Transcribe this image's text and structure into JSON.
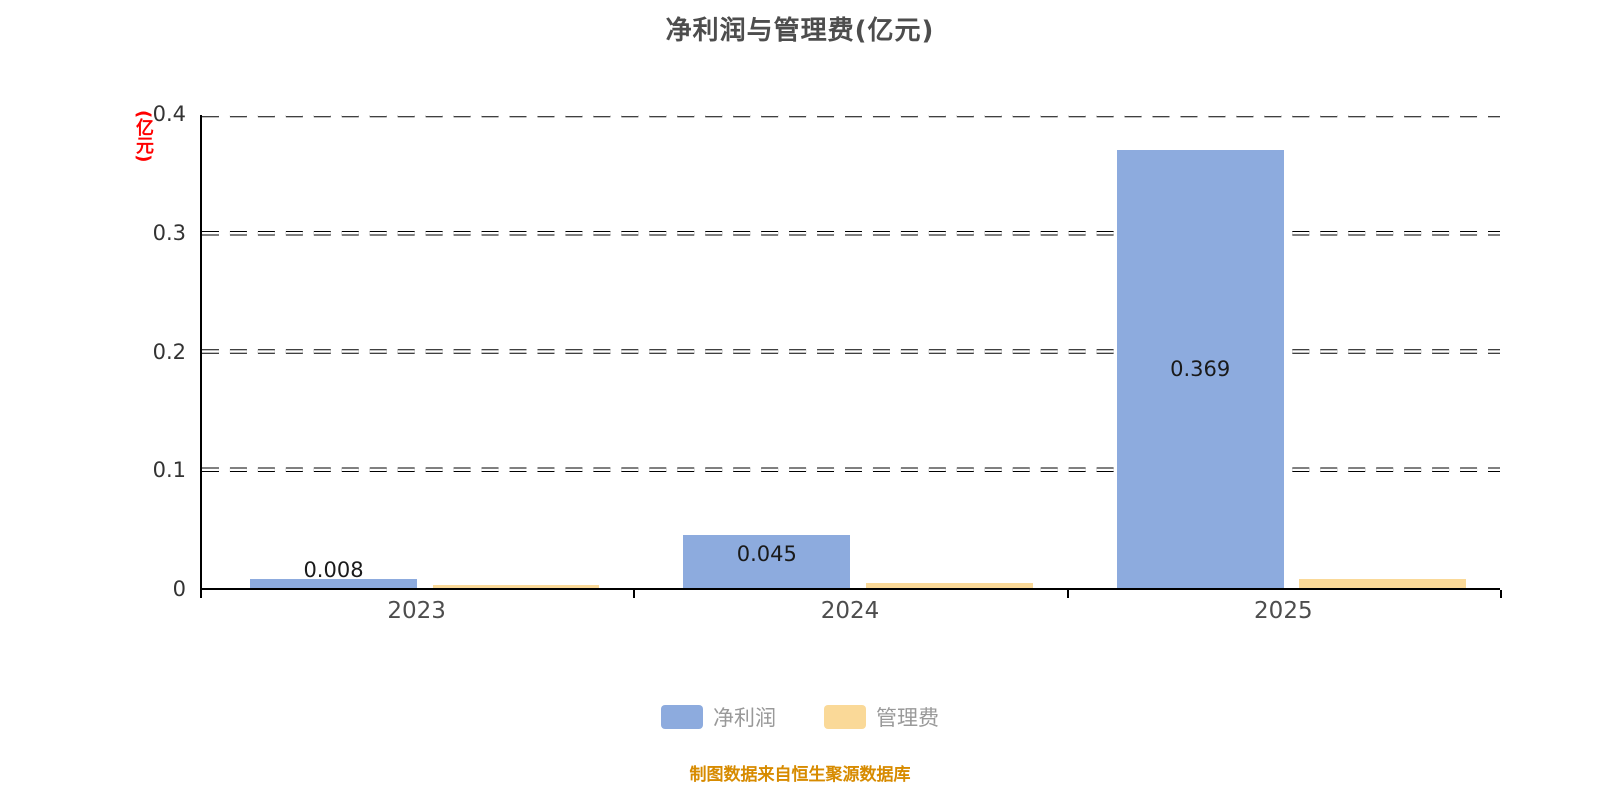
{
  "title": "净利润与管理费(亿元)",
  "y_axis_unit": "(亿元)",
  "source_note": "制图数据来自恒生聚源数据库",
  "colors": {
    "net_profit": "#8DABDE",
    "management_fee": "#FAD998",
    "unit_label": "#ff0000",
    "source_note": "#D78B00",
    "legend_text": "#999999"
  },
  "legend": [
    {
      "label": "净利润"
    },
    {
      "label": "管理费"
    }
  ],
  "chart_data": {
    "type": "bar",
    "title": "净利润与管理费(亿元)",
    "categories": [
      "2023",
      "2024",
      "2025"
    ],
    "series": [
      {
        "name": "净利润",
        "key": "net-profit",
        "color": "#8DABDE",
        "values": [
          0.008,
          0.045,
          0.369
        ],
        "labels": [
          "0.008",
          "0.045",
          "0.369"
        ]
      },
      {
        "name": "管理费",
        "key": "management-fee",
        "color": "#FAD998",
        "values": [
          0.0025,
          0.004,
          0.008
        ],
        "labels": [
          "",
          "",
          ""
        ]
      }
    ],
    "ylabel": "(亿元)",
    "ylim": [
      0,
      0.4
    ],
    "yticks": [
      "0",
      "0.1",
      "0.2",
      "0.3",
      "0.4"
    ],
    "grid": true,
    "grid_style": "dashed",
    "legend_position": "bottom"
  }
}
